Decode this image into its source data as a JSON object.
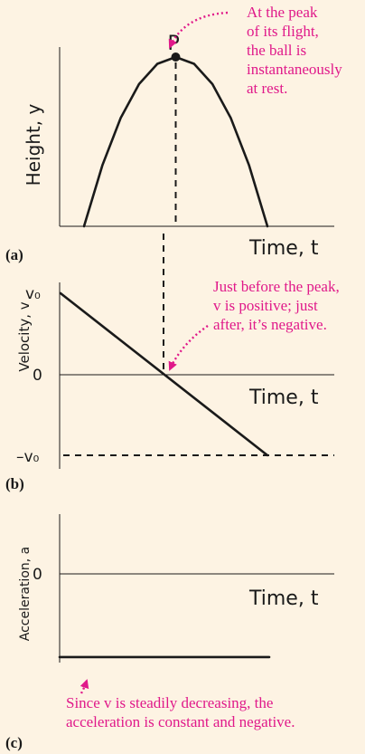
{
  "colors": {
    "background": "#fdf3e3",
    "ink": "#1a1a1a",
    "annotation": "#e0198a"
  },
  "chart_data": [
    {
      "type": "line",
      "panel_label": "(a)",
      "ylabel": "Height, y",
      "xlabel": "Time, t",
      "x": [
        0,
        0.1,
        0.2,
        0.3,
        0.4,
        0.5,
        0.6,
        0.7,
        0.8,
        0.9,
        1.0
      ],
      "y": [
        0,
        0.36,
        0.64,
        0.84,
        0.96,
        1.0,
        0.96,
        0.84,
        0.64,
        0.36,
        0
      ],
      "xlim": [
        0,
        1.0
      ],
      "ylim": [
        0,
        1.0
      ],
      "peak_point": {
        "label": "P",
        "x": 0.5,
        "y": 1.0
      },
      "annotation": "At the peak of its flight, the ball is instantaneously at rest."
    },
    {
      "type": "line",
      "panel_label": "(b)",
      "ylabel": "Velocity, v",
      "xlabel": "Time, t",
      "tick_labels": [
        "v₀",
        "0",
        "–v₀"
      ],
      "x": [
        0,
        1.0
      ],
      "y": [
        1,
        -1
      ],
      "xlim": [
        0,
        1.0
      ],
      "ylim": [
        -1,
        1
      ],
      "annotation": "Just before the peak, v is positive; just after, it’s negative."
    },
    {
      "type": "line",
      "panel_label": "(c)",
      "ylabel": "Acceleration, a",
      "xlabel": "Time, t",
      "tick_labels": [
        "0"
      ],
      "x": [
        0,
        1.0
      ],
      "y": [
        -1,
        -1
      ],
      "xlim": [
        0,
        1.0
      ],
      "ylim": [
        -1.1,
        1.6
      ],
      "annotation": "Since v is steadily decreasing, the acceleration is constant and negative."
    }
  ]
}
